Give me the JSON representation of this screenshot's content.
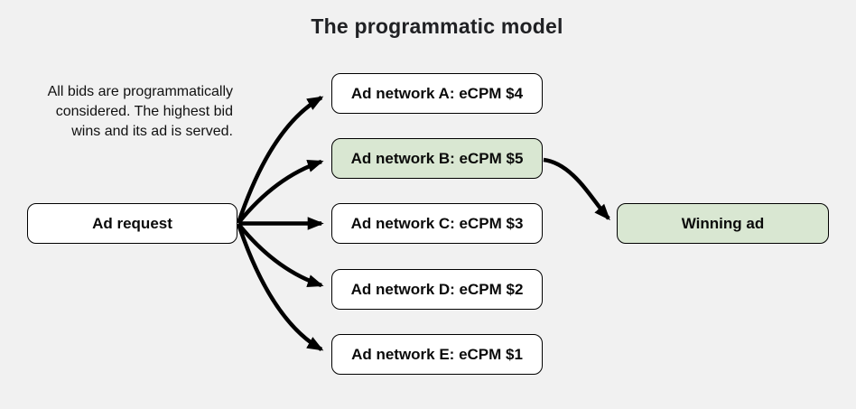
{
  "title": "The programmatic model",
  "description_lines": [
    "All bids are programmatically",
    "considered. The highest bid",
    "wins and its ad is served."
  ],
  "nodes": {
    "ad_request": {
      "label": "Ad request"
    },
    "networks": [
      {
        "label": "Ad network A: eCPM $4",
        "highlighted": false
      },
      {
        "label": "Ad network B: eCPM $5",
        "highlighted": true
      },
      {
        "label": "Ad network C: eCPM $3",
        "highlighted": false
      },
      {
        "label": "Ad network D: eCPM $2",
        "highlighted": false
      },
      {
        "label": "Ad network E: eCPM $1",
        "highlighted": false
      }
    ],
    "winning_ad": {
      "label": "Winning ad"
    }
  },
  "colors": {
    "background": "#f1f1f1",
    "node_fill": "#ffffff",
    "highlight_fill": "#d9e7d2",
    "border": "#000000",
    "arrow": "#000000",
    "text": "#0a0a0a"
  }
}
